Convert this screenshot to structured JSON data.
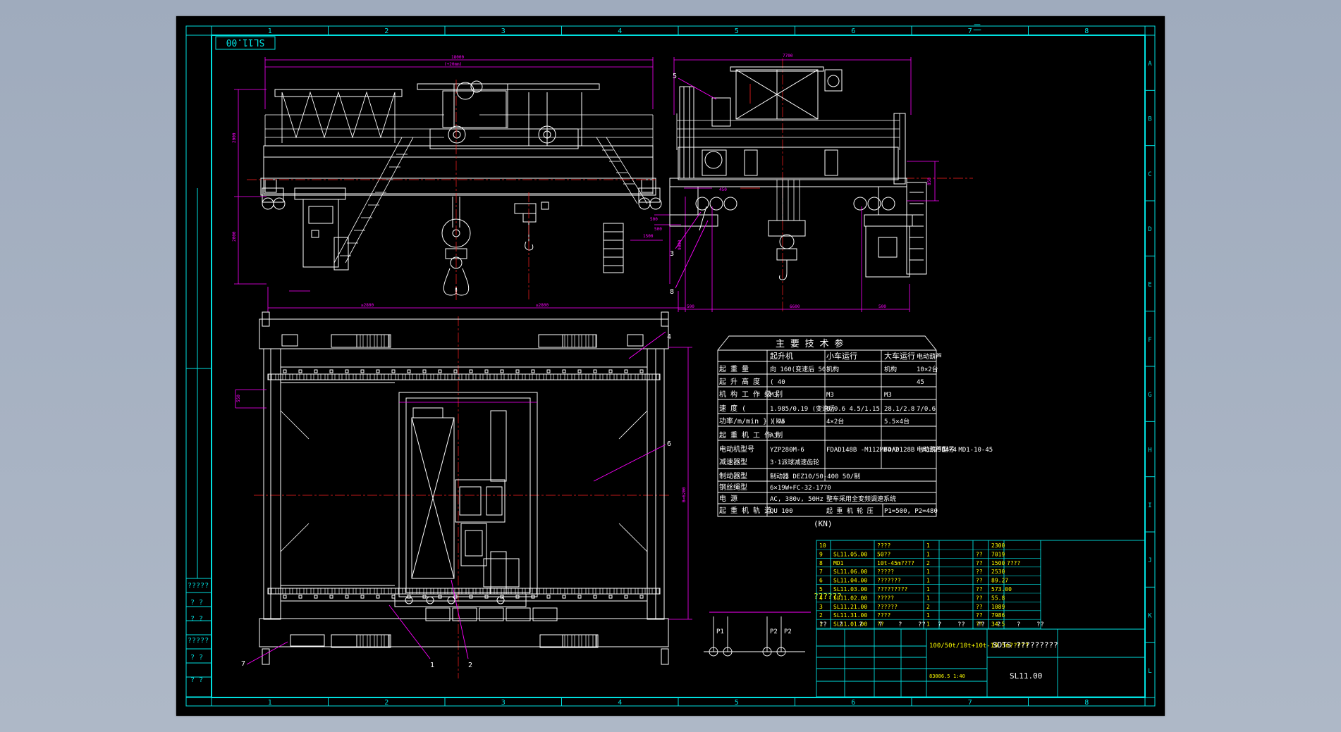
{
  "drawing": {
    "title_tag": "SL11.00",
    "top_mark": "二",
    "border_cols": [
      "1",
      "2",
      "3",
      "4",
      "5",
      "6",
      "7",
      "8"
    ],
    "border_rows": [
      "A",
      "B",
      "C",
      "D",
      "E",
      "F",
      "G",
      "H",
      "I",
      "J",
      "K",
      "L"
    ]
  },
  "colors": {
    "frame": "#00e0e0",
    "geometry": "#ffffff",
    "dim": "#ff00ff",
    "annotation": "#ff3030",
    "table": "#ffffff",
    "bom": "#ffff00",
    "center": "#ff2020"
  },
  "balloons": [
    "1",
    "2",
    "3",
    "4",
    "5",
    "6",
    "7",
    "8"
  ],
  "tech_table": {
    "title": "主 要 技 术 参",
    "header": [
      "起升机",
      "小车运行",
      "大车运行",
      "电动葫芦"
    ],
    "rows": [
      [
        "起 重 量",
        "向 160(变速后 50)",
        "机构",
        "机构",
        "10×2台"
      ],
      [
        "起 升 高 度",
        "( 40",
        "",
        "",
        "45"
      ],
      [
        "机 构 工 作 级 别",
        "M3",
        "M3",
        "M3",
        ""
      ],
      [
        "速    度   (",
        "1.985/0.19 (变速后",
        "6/0.6 4.5/1.15",
        "28.1/2.8",
        "7/0.6"
      ],
      [
        "功率/m/min } (kw",
        ") 75",
        "4×2台",
        "5.5×4台",
        ""
      ],
      [
        "起 重 机 工 作 制",
        "A3",
        "",
        "",
        ""
      ],
      [
        "电动机型号",
        "YZP280M-6",
        "FDAD148B -M112MB4/2",
        "FDAD128B -M132SB4/4",
        "电动葫芦型号 MD1-10-45"
      ],
      [
        "减速器型",
        "3·1派球减速齿轮",
        "",
        "",
        ""
      ],
      [
        "制动器型",
        "制动器 DEZ10/50-400 50/制",
        "",
        "",
        ""
      ],
      [
        "钢丝绳型",
        "6×19W+FC-32-1770",
        "",
        "",
        ""
      ],
      [
        "电    源",
        "AC, 380v, 50Hz",
        "整车采用全变频调速系统",
        "",
        ""
      ],
      [
        "起 重 机 轨 道",
        "QU 100",
        "起 重 机 轮 压",
        "P1=500,  P2=480",
        ""
      ]
    ],
    "unit_note": "(KN)"
  },
  "wheel_diagram": {
    "title": "??????",
    "labels": [
      "P1",
      "P2",
      "P2"
    ]
  },
  "bom": {
    "rows": [
      [
        "10",
        "",
        "????",
        "1",
        "",
        "2300",
        ""
      ],
      [
        "9",
        "SL11.05.00",
        "50??",
        "1",
        "??",
        "7019",
        ""
      ],
      [
        "8",
        "MD1",
        "10t-45m????",
        "2",
        "??",
        "1500",
        "????"
      ],
      [
        "7",
        "SL11.06.00",
        "?????",
        "1",
        "??",
        "2530",
        ""
      ],
      [
        "6",
        "SL11.04.00",
        "???????",
        "1",
        "??",
        "89.27",
        ""
      ],
      [
        "5",
        "SL11.03.00",
        "?????????",
        "1",
        "??",
        "573.00",
        ""
      ],
      [
        "4",
        "SL11.02.00",
        "?????",
        "1",
        "??",
        "55.8",
        ""
      ],
      [
        "3",
        "SL11.21.00",
        "??????",
        "2",
        "??",
        "1089",
        ""
      ],
      [
        "2",
        "SL11.31.00",
        "????",
        "1",
        "??",
        "7986",
        ""
      ],
      [
        "1",
        "SL11.01.00",
        "??",
        "1",
        "??",
        "34.5",
        ""
      ]
    ],
    "header": [
      "??",
      "?",
      "?",
      "?",
      "?",
      "??",
      "?",
      "??",
      "??",
      "?",
      "?",
      "??"
    ]
  },
  "title_block": {
    "drawing_name": "100/50t/10t+10t-10.5m?????",
    "company": "SDTS ?????????",
    "code": "SL11.00",
    "scale": "1:40",
    "weight": "83086.5"
  },
  "left_strip": [
    "?????",
    "? ?",
    "? ?",
    "?????",
    "? ?",
    "? ?"
  ]
}
